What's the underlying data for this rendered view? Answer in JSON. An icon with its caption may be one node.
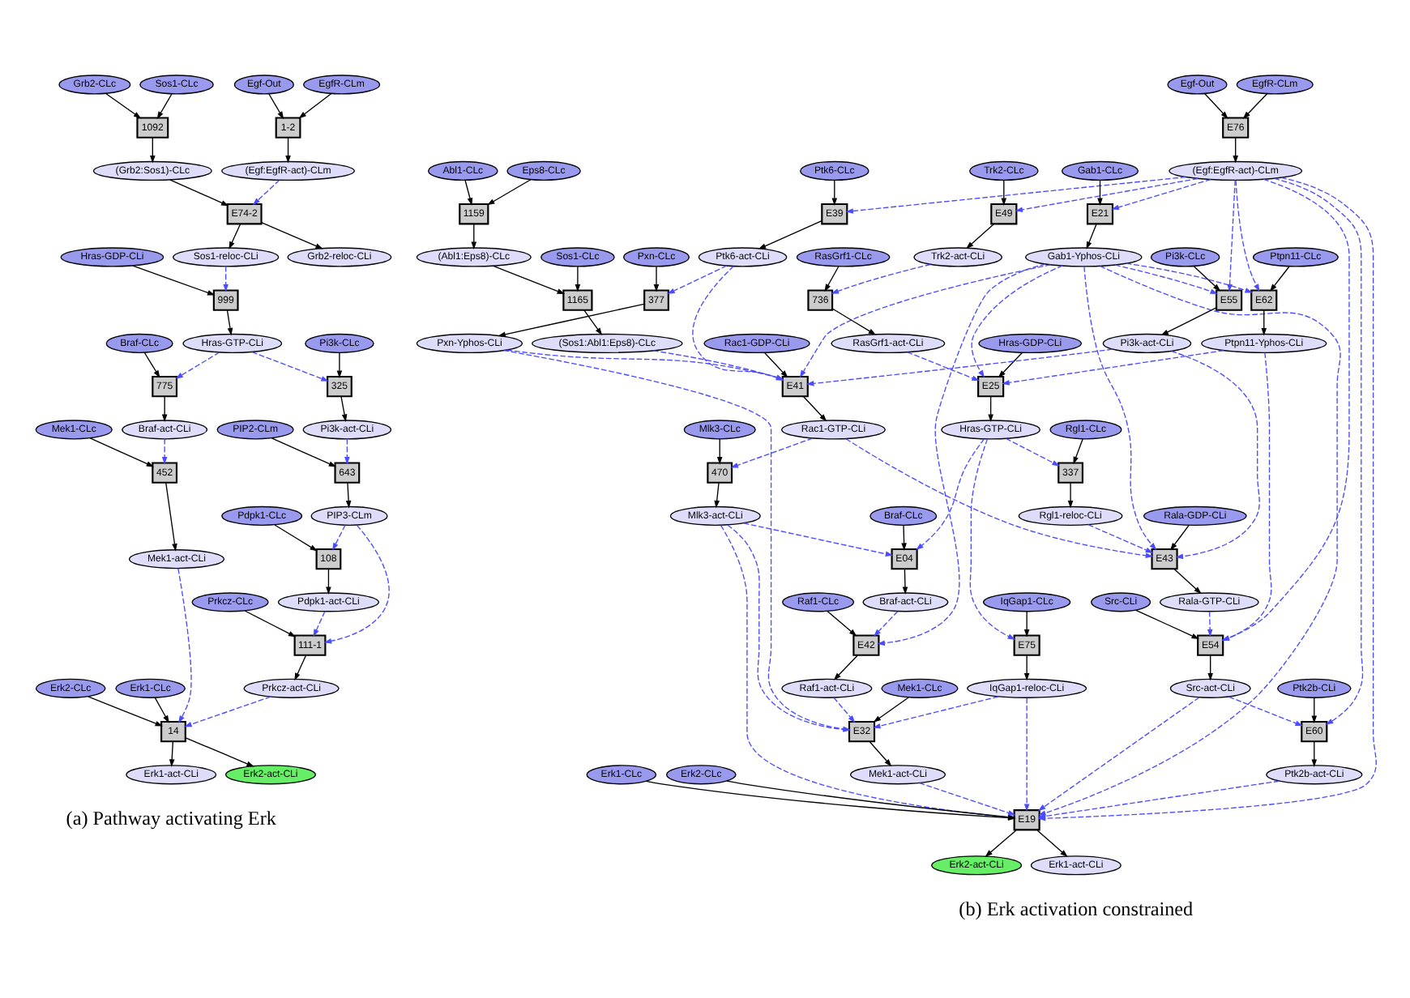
{
  "diagram": {
    "nodes": [
      {
        "text": [
          "EgfR-CLm"
        ]
      },
      {
        "text": [
          "Egf-Out"
        ]
      },
      {
        "text": [
          "Sos1-CLc"
        ]
      },
      {
        "text": [
          "Grb2-CLc"
        ]
      },
      {
        "text": [
          "1-2"
        ]
      },
      {
        "text": [
          "1092"
        ]
      },
      {
        "text": [
          "(Egf:EgfR-act)-CLm"
        ]
      },
      {
        "text": [
          "(Grb2:Sos1)-CLc"
        ]
      },
      {
        "text": [
          "E74-2"
        ]
      },
      {
        "text": [
          "Sos1-reloc-CLi"
        ]
      },
      {
        "text": [
          "Grb2-reloc-CLi"
        ]
      },
      {
        "text": [
          "Hras-GDP-CLi"
        ]
      },
      {
        "text": [
          "999"
        ]
      },
      {
        "text": [
          "Pi3k-CLc"
        ]
      },
      {
        "text": [
          "Hras-GTP-CLi"
        ]
      },
      {
        "text": [
          "Braf-CLc"
        ]
      },
      {
        "text": [
          "325"
        ]
      },
      {
        "text": [
          "775"
        ]
      },
      {
        "text": [
          "Pi3k-act-CLi"
        ]
      },
      {
        "text": [
          "PIP2-CLm"
        ]
      },
      {
        "text": [
          "Braf-act-CLi"
        ]
      },
      {
        "text": [
          "Mek1-CLc"
        ]
      },
      {
        "text": [
          "643"
        ]
      },
      {
        "text": [
          "452"
        ]
      },
      {
        "text": [
          "PIP3-CLm"
        ]
      },
      {
        "text": [
          "Pdpk1-CLc"
        ]
      },
      {
        "text": [
          "108"
        ]
      },
      {
        "text": [
          "Mek1-act-CLi"
        ]
      },
      {
        "text": [
          "Pdpk1-act-CLi"
        ]
      },
      {
        "text": [
          "Prkcz-CLc"
        ]
      },
      {
        "text": [
          "111-1"
        ]
      },
      {
        "text": [
          "Erk1-CLc"
        ]
      },
      {
        "text": [
          "Erk2-CLc"
        ]
      },
      {
        "text": [
          "Prkcz-act-CLi"
        ]
      },
      {
        "text": [
          "14"
        ]
      },
      {
        "text": [
          "Erk2-act-CLi"
        ]
      },
      {
        "text": [
          "Erk1-act-CLi"
        ]
      },
      {
        "text": [
          "EgfR-CLm"
        ]
      },
      {
        "text": [
          "Egf-Out"
        ]
      },
      {
        "text": [
          "E76"
        ]
      },
      {
        "text": [
          "(Egf:EgfR-act)-CLm"
        ]
      },
      {
        "text": [
          "Trk2-CLc"
        ]
      },
      {
        "text": [
          "Gab1-CLc"
        ]
      },
      {
        "text": [
          "Ptk6-CLc"
        ]
      },
      {
        "text": [
          "Eps8-CLc"
        ]
      },
      {
        "text": [
          "Abl1-CLc"
        ]
      },
      {
        "text": [
          "E49"
        ]
      },
      {
        "text": [
          "E21"
        ]
      },
      {
        "text": [
          "E39"
        ]
      },
      {
        "text": [
          "1159"
        ]
      },
      {
        "text": [
          "Trk2-act-CLi"
        ]
      },
      {
        "text": [
          "RasGrf1-CLc"
        ]
      },
      {
        "text": [
          "Ptpn11-CLc"
        ]
      },
      {
        "text": [
          "Pi3k-CLc"
        ]
      },
      {
        "text": [
          "Gab1-Yphos-CLi"
        ]
      },
      {
        "text": [
          "Sos1-CLc"
        ]
      },
      {
        "text": [
          "Ptk6-act-CLi"
        ]
      },
      {
        "text": [
          "(Abl1:Eps8)-CLc"
        ]
      },
      {
        "text": [
          "Pxn-CLc"
        ]
      },
      {
        "text": [
          "736"
        ]
      },
      {
        "text": [
          "E62"
        ]
      },
      {
        "text": [
          "E55"
        ]
      },
      {
        "text": [
          "1165"
        ]
      },
      {
        "text": [
          "377"
        ]
      },
      {
        "text": [
          "RasGrf1-act-CLi"
        ]
      },
      {
        "text": [
          "Ptpn11-Yphos-CLi"
        ]
      },
      {
        "text": [
          "Hras-GDP-CLi"
        ]
      },
      {
        "text": [
          "Pi3k-act-CLi"
        ]
      },
      {
        "text": [
          "Rac1-GDP-CLi"
        ]
      },
      {
        "text": [
          "(Sos1:Abl1:Eps8)-CLc"
        ]
      },
      {
        "text": [
          "Pxn-Yphos-CLi"
        ]
      },
      {
        "text": [
          "E25"
        ]
      },
      {
        "text": [
          "E41"
        ]
      },
      {
        "text": [
          "Rgl1-CLc"
        ]
      },
      {
        "text": [
          "Hras-GTP-CLi"
        ]
      },
      {
        "text": [
          "Rac1-GTP-CLi"
        ]
      },
      {
        "text": [
          "Mlk3-CLc"
        ]
      },
      {
        "text": [
          "337"
        ]
      },
      {
        "text": [
          "470"
        ]
      },
      {
        "text": [
          "Rgl1-reloc-CLi"
        ]
      },
      {
        "text": [
          "Rala-GDP-CLi"
        ]
      },
      {
        "text": [
          "Braf-CLc"
        ]
      },
      {
        "text": [
          "Mlk3-act-CLi"
        ]
      },
      {
        "text": [
          "E43"
        ]
      },
      {
        "text": [
          "E04"
        ]
      },
      {
        "text": [
          "Rala-GTP-CLi"
        ]
      },
      {
        "text": [
          "Src-CLi"
        ]
      },
      {
        "text": [
          "IqGap1-CLc"
        ]
      },
      {
        "text": [
          "Braf-act-CLi"
        ]
      },
      {
        "text": [
          "Raf1-CLc"
        ]
      },
      {
        "text": [
          "E54"
        ]
      },
      {
        "text": [
          "E75"
        ]
      },
      {
        "text": [
          "E42"
        ]
      },
      {
        "text": [
          "Ptk2b-CLi"
        ]
      },
      {
        "text": [
          "Src-act-CLi"
        ]
      },
      {
        "text": [
          "IqGap1-reloc-CLi"
        ]
      },
      {
        "text": [
          "Mek1-CLc"
        ]
      },
      {
        "text": [
          "Raf1-act-CLi"
        ]
      },
      {
        "text": [
          "E60"
        ]
      },
      {
        "text": [
          "E32"
        ]
      },
      {
        "text": [
          "Ptk2b-act-CLi"
        ]
      },
      {
        "text": [
          "Erk2-CLc"
        ]
      },
      {
        "text": [
          "Erk1-CLc"
        ]
      },
      {
        "text": [
          "Mek1-act-CLi"
        ]
      },
      {
        "text": [
          "E19"
        ]
      },
      {
        "text": [
          "Erk2-act-CLi"
        ]
      },
      {
        "text": [
          "Erk1-act-CLi"
        ]
      }
    ],
    "edges": [
      {
        "from": 0,
        "to": 4,
        "arrow": "to"
      },
      {
        "from": 1,
        "to": 4,
        "arrow": "to"
      },
      {
        "from": 2,
        "to": 5,
        "arrow": "to"
      },
      {
        "from": 3,
        "to": 5,
        "arrow": "to"
      },
      {
        "from": 4,
        "to": 6,
        "arrow": "to"
      },
      {
        "from": 5,
        "to": 7,
        "arrow": "to"
      },
      {
        "from": 6,
        "to": 8,
        "arrow": "to",
        "style": "dashed",
        "color": "#4b4bff"
      },
      {
        "from": 7,
        "to": 8,
        "arrow": "to"
      },
      {
        "from": 8,
        "to": 9,
        "arrow": "to"
      },
      {
        "from": 8,
        "to": 10,
        "arrow": "to"
      },
      {
        "from": 9,
        "to": 12,
        "arrow": "to",
        "style": "dashed",
        "color": "#4b4bff"
      },
      {
        "from": 11,
        "to": 12,
        "arrow": "to"
      },
      {
        "from": 12,
        "to": 14,
        "arrow": "to"
      },
      {
        "from": 13,
        "to": 16,
        "arrow": "to"
      },
      {
        "from": 14,
        "to": 16,
        "arrow": "to",
        "style": "dashed",
        "color": "#4b4bff"
      },
      {
        "from": 14,
        "to": 17,
        "arrow": "to",
        "style": "dashed",
        "color": "#4b4bff"
      },
      {
        "from": 15,
        "to": 17,
        "arrow": "to"
      },
      {
        "from": 16,
        "to": 18,
        "arrow": "to"
      },
      {
        "from": 17,
        "to": 20,
        "arrow": "to"
      },
      {
        "from": 18,
        "to": 22,
        "arrow": "to",
        "style": "dashed",
        "color": "#4b4bff"
      },
      {
        "from": 19,
        "to": 22,
        "arrow": "to"
      },
      {
        "from": 20,
        "to": 23,
        "arrow": "to",
        "style": "dashed",
        "color": "#4b4bff"
      },
      {
        "from": 21,
        "to": 23,
        "arrow": "to"
      },
      {
        "from": 22,
        "to": 24,
        "arrow": "to"
      },
      {
        "from": 23,
        "to": 27,
        "arrow": "to"
      },
      {
        "from": 24,
        "to": 26,
        "arrow": "to",
        "style": "dashed",
        "color": "#4b4bff"
      },
      {
        "from": 25,
        "to": 26,
        "arrow": "to"
      },
      {
        "from": 24,
        "to": 30,
        "arrow": "to",
        "style": "dashed",
        "color": "#4b4bff"
      },
      {
        "from": 26,
        "to": 28,
        "arrow": "to"
      },
      {
        "from": 28,
        "to": 30,
        "arrow": "to",
        "style": "dashed",
        "color": "#4b4bff"
      },
      {
        "from": 29,
        "to": 30,
        "arrow": "to"
      },
      {
        "from": 30,
        "to": 33,
        "arrow": "to"
      },
      {
        "from": 31,
        "to": 34,
        "arrow": "to"
      },
      {
        "from": 32,
        "to": 34,
        "arrow": "to"
      },
      {
        "from": 33,
        "to": 34,
        "arrow": "to",
        "style": "dashed",
        "color": "#4b4bff"
      },
      {
        "from": 27,
        "to": 34,
        "arrow": "to",
        "style": "dashed",
        "color": "#4b4bff"
      },
      {
        "from": 34,
        "to": 35,
        "arrow": "to"
      },
      {
        "from": 34,
        "to": 36,
        "arrow": "to"
      },
      {
        "from": 37,
        "to": 39,
        "arrow": "to"
      },
      {
        "from": 38,
        "to": 39,
        "arrow": "to"
      },
      {
        "from": 39,
        "to": 40,
        "arrow": "to"
      },
      {
        "from": 41,
        "to": 46,
        "arrow": "to"
      },
      {
        "from": 46,
        "to": 50,
        "arrow": "to"
      },
      {
        "from": 42,
        "to": 47,
        "arrow": "to"
      },
      {
        "from": 47,
        "to": 54,
        "arrow": "to"
      },
      {
        "from": 43,
        "to": 48,
        "arrow": "to"
      },
      {
        "from": 48,
        "to": 56,
        "arrow": "to"
      },
      {
        "from": 44,
        "to": 49,
        "arrow": "to"
      },
      {
        "from": 45,
        "to": 49,
        "arrow": "to"
      },
      {
        "from": 49,
        "to": 57,
        "arrow": "to"
      },
      {
        "from": 51,
        "to": 59,
        "arrow": "to"
      },
      {
        "from": 59,
        "to": 64,
        "arrow": "to"
      },
      {
        "from": 52,
        "to": 60,
        "arrow": "to"
      },
      {
        "from": 60,
        "to": 65,
        "arrow": "to"
      },
      {
        "from": 53,
        "to": 61,
        "arrow": "to"
      },
      {
        "from": 61,
        "to": 67,
        "arrow": "to"
      },
      {
        "from": 55,
        "to": 62,
        "arrow": "to"
      },
      {
        "from": 57,
        "to": 62,
        "arrow": "to"
      },
      {
        "from": 62,
        "to": 69,
        "arrow": "to"
      },
      {
        "from": 58,
        "to": 63,
        "arrow": "to"
      },
      {
        "from": 63,
        "to": 70,
        "arrow": "to"
      },
      {
        "from": 66,
        "to": 71,
        "arrow": "to"
      },
      {
        "from": 71,
        "to": 74,
        "arrow": "to"
      },
      {
        "from": 68,
        "to": 72,
        "arrow": "to"
      },
      {
        "from": 72,
        "to": 75,
        "arrow": "to"
      },
      {
        "from": 73,
        "to": 77,
        "arrow": "to"
      },
      {
        "from": 77,
        "to": 79,
        "arrow": "to"
      },
      {
        "from": 76,
        "to": 78,
        "arrow": "to"
      },
      {
        "from": 78,
        "to": 82,
        "arrow": "to"
      },
      {
        "from": 80,
        "to": 83,
        "arrow": "to"
      },
      {
        "from": 83,
        "to": 85,
        "arrow": "to"
      },
      {
        "from": 86,
        "to": 90,
        "arrow": "to"
      },
      {
        "from": 90,
        "to": 94,
        "arrow": "to"
      },
      {
        "from": 81,
        "to": 84,
        "arrow": "to"
      },
      {
        "from": 84,
        "to": 88,
        "arrow": "to"
      },
      {
        "from": 87,
        "to": 91,
        "arrow": "to"
      },
      {
        "from": 91,
        "to": 95,
        "arrow": "to"
      },
      {
        "from": 89,
        "to": 92,
        "arrow": "to"
      },
      {
        "from": 92,
        "to": 97,
        "arrow": "to"
      },
      {
        "from": 93,
        "to": 98,
        "arrow": "to"
      },
      {
        "from": 98,
        "to": 100,
        "arrow": "to"
      },
      {
        "from": 96,
        "to": 99,
        "arrow": "to"
      },
      {
        "from": 99,
        "to": 103,
        "arrow": "to"
      },
      {
        "from": 101,
        "to": 104,
        "arrow": "to"
      },
      {
        "from": 102,
        "to": 104,
        "arrow": "to"
      },
      {
        "from": 104,
        "to": 105,
        "arrow": "to"
      },
      {
        "from": 104,
        "to": 106,
        "arrow": "to"
      },
      {
        "from": 40,
        "to": 46,
        "arrow": "to",
        "style": "dashed",
        "color": "#4b4bff"
      },
      {
        "from": 40,
        "to": 47,
        "arrow": "to",
        "style": "dashed",
        "color": "#4b4bff"
      },
      {
        "from": 40,
        "to": 48,
        "arrow": "to",
        "style": "dashed",
        "color": "#4b4bff"
      },
      {
        "from": 40,
        "to": 60,
        "arrow": "to",
        "style": "dashed",
        "color": "#4b4bff"
      },
      {
        "from": 40,
        "to": 61,
        "arrow": "to",
        "style": "dashed",
        "color": "#4b4bff"
      },
      {
        "from": 40,
        "to": 98,
        "arrow": "to",
        "style": "dashed",
        "color": "#4b4bff"
      },
      {
        "from": 40,
        "to": 90,
        "arrow": "to",
        "style": "dashed",
        "color": "#4b4bff"
      },
      {
        "from": 40,
        "to": 104,
        "arrow": "to",
        "style": "dashed",
        "color": "#4b4bff"
      },
      {
        "from": 50,
        "to": 59,
        "arrow": "to",
        "style": "dashed",
        "color": "#4b4bff"
      },
      {
        "from": 64,
        "to": 71,
        "arrow": "to",
        "style": "dashed",
        "color": "#4b4bff"
      },
      {
        "from": 65,
        "to": 71,
        "arrow": "to",
        "style": "dashed",
        "color": "#4b4bff"
      },
      {
        "from": 65,
        "to": 90,
        "arrow": "to",
        "style": "dashed",
        "color": "#4b4bff"
      },
      {
        "from": 54,
        "to": 60,
        "arrow": "to",
        "style": "dashed",
        "color": "#4b4bff"
      },
      {
        "from": 54,
        "to": 61,
        "arrow": "to",
        "style": "dashed",
        "color": "#4b4bff"
      },
      {
        "from": 54,
        "to": 71,
        "arrow": "to",
        "style": "dashed",
        "color": "#4b4bff"
      },
      {
        "from": 54,
        "to": 83,
        "arrow": "to",
        "style": "dashed",
        "color": "#4b4bff"
      },
      {
        "from": 54,
        "to": 104,
        "arrow": "to",
        "style": "dashed",
        "color": "#4b4bff"
      },
      {
        "from": 54,
        "to": 72,
        "arrow": "to",
        "style": "dashed",
        "color": "#4b4bff"
      },
      {
        "from": 54,
        "to": 92,
        "arrow": "to",
        "style": "dashed",
        "color": "#4b4bff"
      },
      {
        "from": 67,
        "to": 72,
        "arrow": "to",
        "style": "dashed",
        "color": "#4b4bff"
      },
      {
        "from": 67,
        "to": 83,
        "arrow": "to",
        "style": "dashed",
        "color": "#4b4bff"
      },
      {
        "from": 56,
        "to": 63,
        "arrow": "to",
        "style": "dashed",
        "color": "#4b4bff"
      },
      {
        "from": 56,
        "to": 72,
        "arrow": "to",
        "style": "dashed",
        "color": "#4b4bff"
      },
      {
        "from": 69,
        "to": 72,
        "arrow": "to",
        "style": "dashed",
        "color": "#4b4bff"
      },
      {
        "from": 70,
        "to": 72,
        "arrow": "to",
        "style": "dashed",
        "color": "#4b4bff"
      },
      {
        "from": 70,
        "to": 99,
        "arrow": "to",
        "style": "dashed",
        "color": "#4b4bff"
      },
      {
        "from": 75,
        "to": 78,
        "arrow": "to",
        "style": "dashed",
        "color": "#4b4bff"
      },
      {
        "from": 75,
        "to": 83,
        "arrow": "to",
        "style": "dashed",
        "color": "#4b4bff"
      },
      {
        "from": 74,
        "to": 77,
        "arrow": "to",
        "style": "dashed",
        "color": "#4b4bff"
      },
      {
        "from": 74,
        "to": 84,
        "arrow": "to",
        "style": "dashed",
        "color": "#4b4bff"
      },
      {
        "from": 74,
        "to": 91,
        "arrow": "to",
        "style": "dashed",
        "color": "#4b4bff"
      },
      {
        "from": 79,
        "to": 83,
        "arrow": "to",
        "style": "dashed",
        "color": "#4b4bff"
      },
      {
        "from": 82,
        "to": 84,
        "arrow": "to",
        "style": "dashed",
        "color": "#4b4bff"
      },
      {
        "from": 82,
        "to": 99,
        "arrow": "to",
        "style": "dashed",
        "color": "#4b4bff"
      },
      {
        "from": 82,
        "to": 104,
        "arrow": "to",
        "style": "dashed",
        "color": "#4b4bff"
      },
      {
        "from": 85,
        "to": 90,
        "arrow": "to",
        "style": "dashed",
        "color": "#4b4bff"
      },
      {
        "from": 94,
        "to": 98,
        "arrow": "to",
        "style": "dashed",
        "color": "#4b4bff"
      },
      {
        "from": 94,
        "to": 104,
        "arrow": "to",
        "style": "dashed",
        "color": "#4b4bff"
      },
      {
        "from": 88,
        "to": 92,
        "arrow": "to",
        "style": "dashed",
        "color": "#4b4bff"
      },
      {
        "from": 97,
        "to": 99,
        "arrow": "to",
        "style": "dashed",
        "color": "#4b4bff"
      },
      {
        "from": 95,
        "to": 99,
        "arrow": "to",
        "style": "dashed",
        "color": "#4b4bff"
      },
      {
        "from": 95,
        "to": 104,
        "arrow": "to",
        "style": "dashed",
        "color": "#4b4bff"
      },
      {
        "from": 103,
        "to": 104,
        "arrow": "to",
        "style": "dashed",
        "color": "#4b4bff"
      },
      {
        "from": 100,
        "to": 104,
        "arrow": "to",
        "style": "dashed",
        "color": "#4b4bff"
      }
    ],
    "labels": [
      "(a) Pathway activating Erk",
      "(b) Erk activation constrained"
    ]
  }
}
